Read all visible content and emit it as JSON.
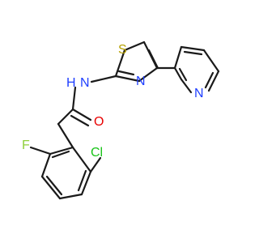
{
  "molecule": {
    "atoms": {
      "S": {
        "text": "S",
        "color": "#b5a000"
      },
      "N3": {
        "text": "N",
        "color": "#1f3fff"
      },
      "NH": {
        "text": "N",
        "color": "#1f3fff"
      },
      "H": {
        "text": "H",
        "color": "#1f3fff"
      },
      "NP": {
        "text": "N",
        "color": "#1f3fff"
      },
      "O": {
        "text": "O",
        "color": "#e80000"
      },
      "Cl": {
        "text": "Cl",
        "color": "#18c418"
      },
      "F": {
        "text": "F",
        "color": "#8fcf3a"
      }
    }
  }
}
